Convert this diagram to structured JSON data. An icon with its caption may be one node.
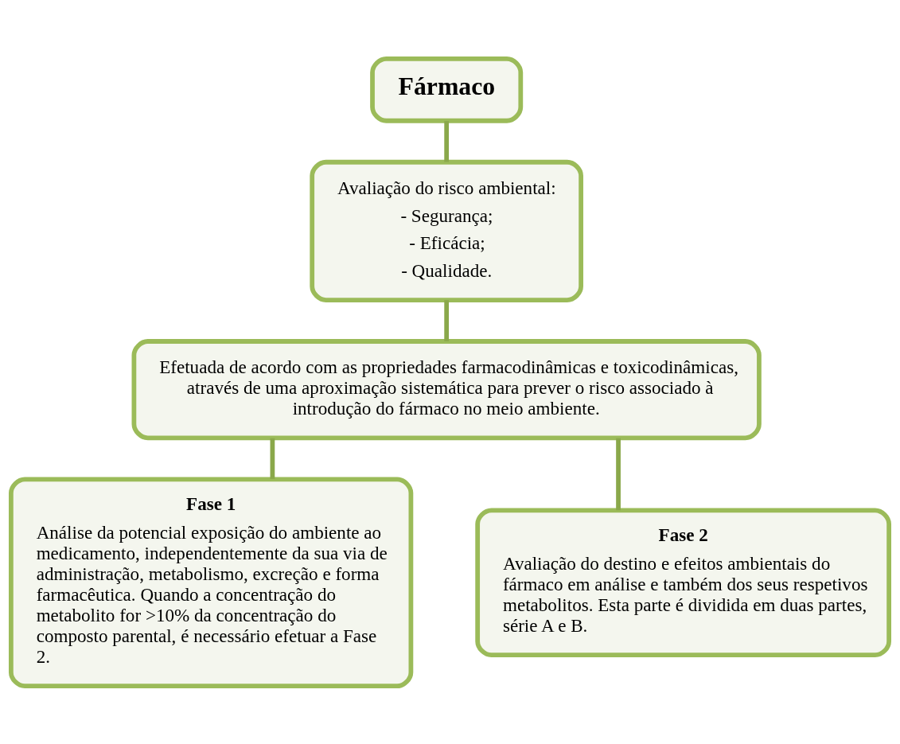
{
  "diagram": {
    "nodes": [
      {
        "text": [
          "Fármaco"
        ]
      },
      {
        "text": [
          "Avaliação do risco ambiental:",
          "- Segurança;",
          "- Eficácia;",
          "- Qualidade."
        ]
      },
      {
        "text": [
          "Efetuada de acordo com as propriedades farmacodinâmicas e toxicodinâmicas, através de uma aproximação sistemática para prever o risco associado à introdução do fármaco no meio ambiente."
        ]
      },
      {
        "text": [
          "Fase 1",
          "Análise da potencial exposição do ambiente ao medicamento, independentemente da sua via de administração, metabolismo, excreção e forma farmacêutica. Quando a concentração do metabolito for >10% da concentração do composto parental, é necessário efetuar a Fase 2."
        ]
      },
      {
        "text": [
          "Fase 2",
          "Avaliação do destino e efeitos ambientais do fármaco em análise e também dos seus respetivos metabolitos. Esta parte é dividida em duas partes, série A e B."
        ]
      }
    ],
    "edges": [
      {
        "from": 0,
        "to": 1,
        "arrow": "none"
      },
      {
        "from": 1,
        "to": 2,
        "arrow": "none"
      },
      {
        "from": 2,
        "to": 3,
        "arrow": "none"
      },
      {
        "from": 2,
        "to": 4,
        "arrow": "none"
      }
    ]
  }
}
